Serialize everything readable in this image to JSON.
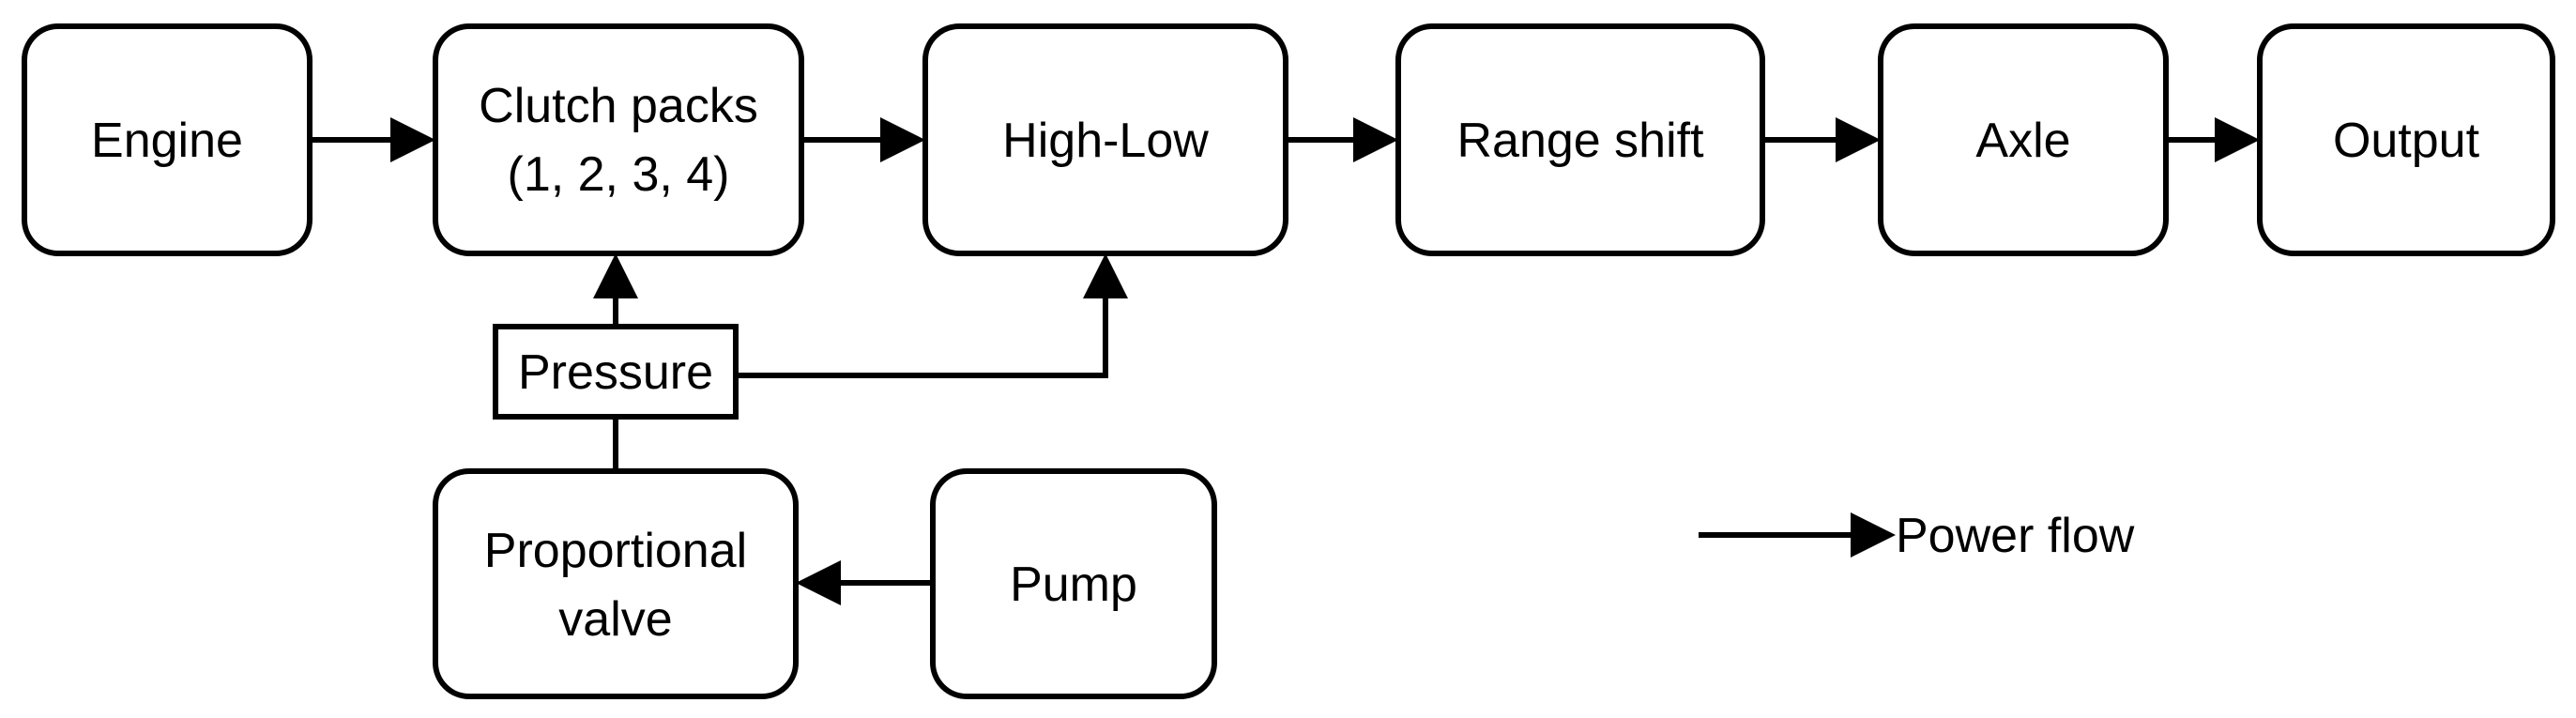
{
  "diagram": {
    "nodes": {
      "engine": {
        "label": "Engine"
      },
      "clutch": {
        "line1": "Clutch packs",
        "line2": "(1, 2, 3, 4)"
      },
      "highlow": {
        "label": "High-Low"
      },
      "range": {
        "label": "Range shift"
      },
      "axle": {
        "label": "Axle"
      },
      "output": {
        "label": "Output"
      },
      "pressure": {
        "label": "Pressure"
      },
      "valve": {
        "line1": "Proportional",
        "line2": "valve"
      },
      "pump": {
        "label": "Pump"
      }
    },
    "legend": {
      "label": "Power flow"
    }
  }
}
